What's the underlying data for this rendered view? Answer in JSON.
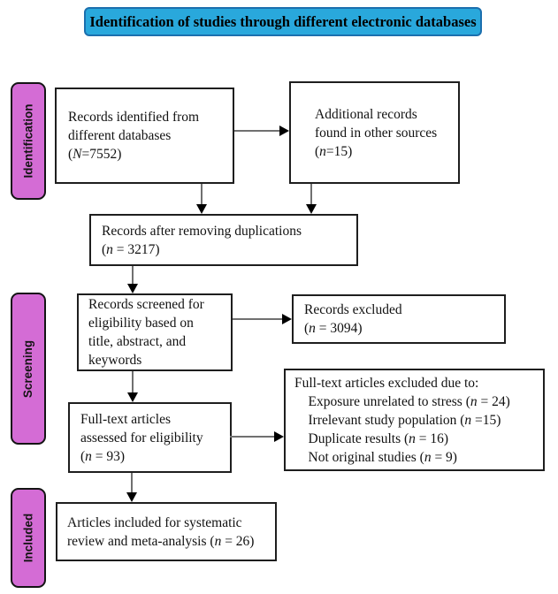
{
  "colors": {
    "banner_fill": "#29A8DC",
    "banner_border": "#1B6FAE",
    "stage_fill": "#D46CD5",
    "box_border": "#1E1E1E",
    "line": "#707070",
    "arrowhead": "#000000"
  },
  "title": "Identification of studies through different electronic databases",
  "stages": [
    {
      "label": "Identification"
    },
    {
      "label": "Screening"
    },
    {
      "label": "Included"
    }
  ],
  "boxes": {
    "records_identified": {
      "lines": [
        "Records identified from",
        "different databases",
        "(*N*=7552)"
      ]
    },
    "additional_records": {
      "lines": [
        "Additional records",
        "found in other sources",
        "(*n*=15)"
      ]
    },
    "after_duplications": {
      "lines": [
        "Records after removing duplications",
        "(*n* = 3217)"
      ]
    },
    "records_screened": {
      "lines": [
        "Records screened for",
        "eligibility based on",
        "title, abstract, and",
        "keywords"
      ]
    },
    "records_excluded": {
      "lines": [
        "Records excluded",
        "(*n* = 3094)"
      ]
    },
    "fulltext_assessed": {
      "lines": [
        "Full-text articles",
        "assessed for eligibility",
        "(*n* = 93)"
      ]
    },
    "fulltext_excluded": {
      "lines": [
        "Full-text articles excluded due to:",
        "    Exposure unrelated to stress (*n* = 24)",
        "    Irrelevant study population (*n* =15)",
        "    Duplicate results (*n* = 16)",
        "    Not original studies (*n* = 9)"
      ]
    },
    "articles_included": {
      "lines": [
        "Articles included for systematic",
        "review and meta-analysis (*n* = 26)"
      ]
    }
  }
}
